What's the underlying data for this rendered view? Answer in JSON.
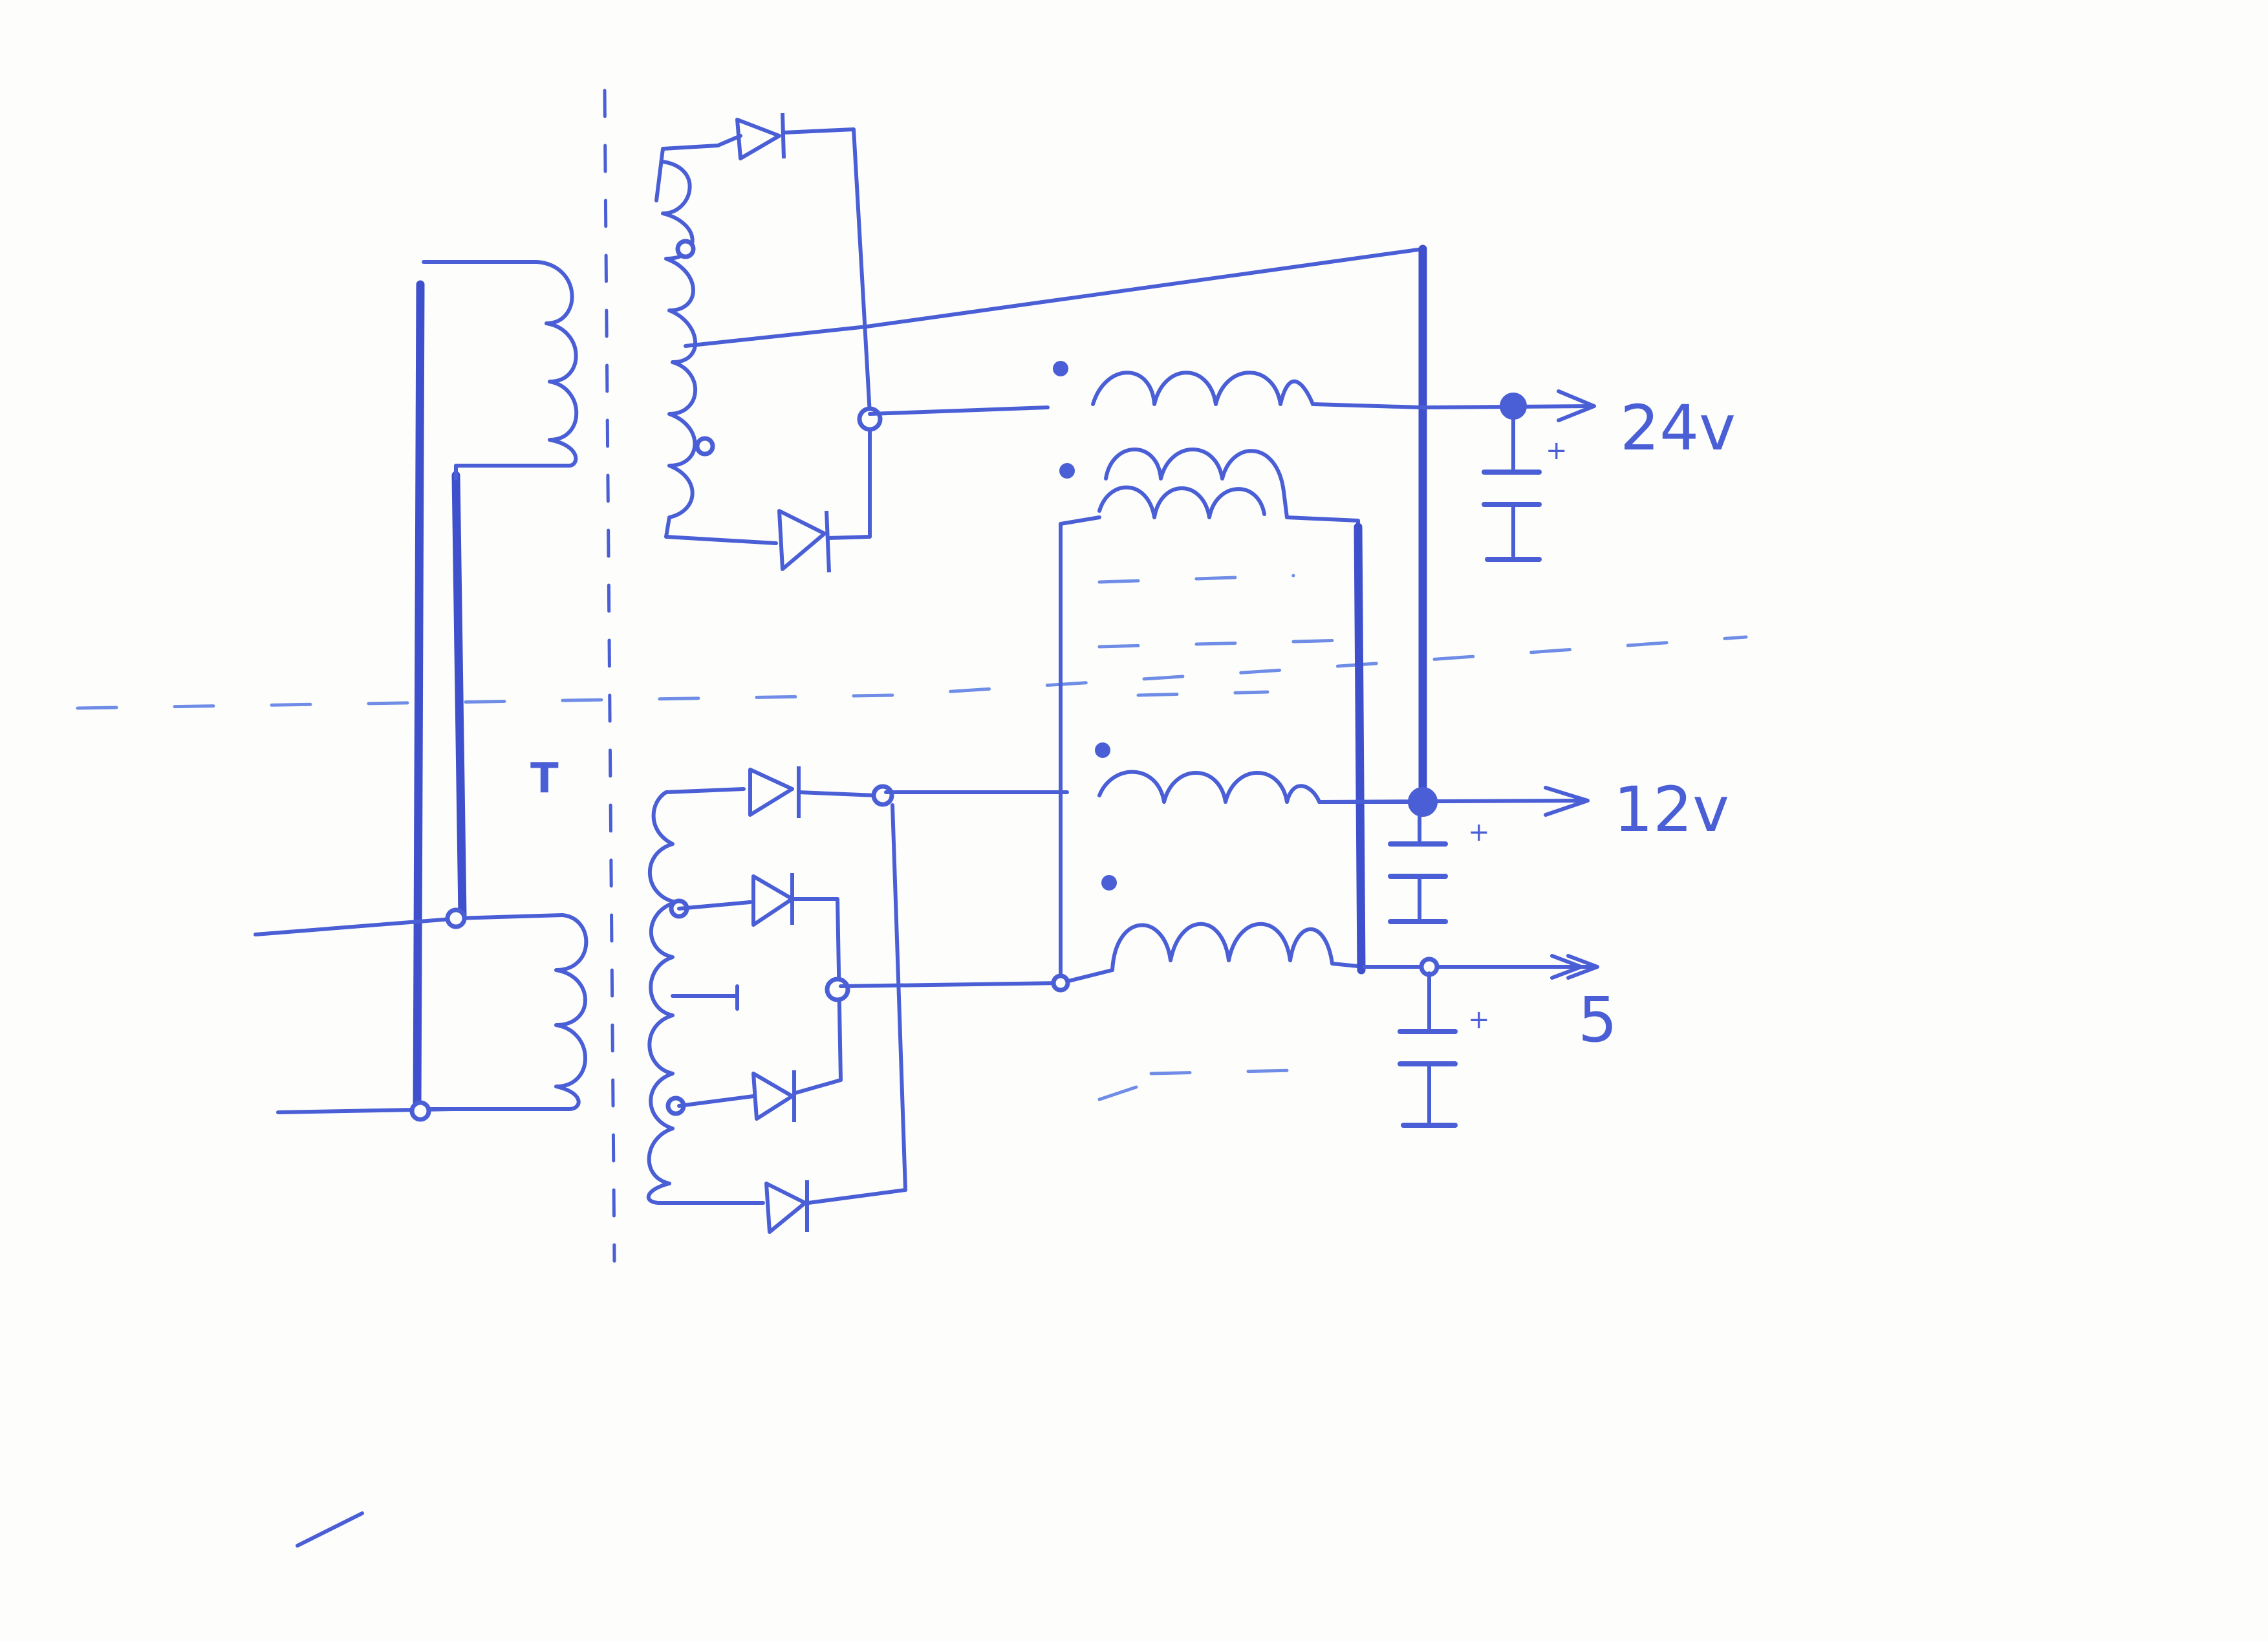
{
  "labels": {
    "transformer": "T",
    "out_24": "24v",
    "out_12": "12v",
    "out_5": "5",
    "plus": "+"
  },
  "colors": {
    "ink": "#4a5fd6",
    "paper": "#fdfdfb"
  }
}
